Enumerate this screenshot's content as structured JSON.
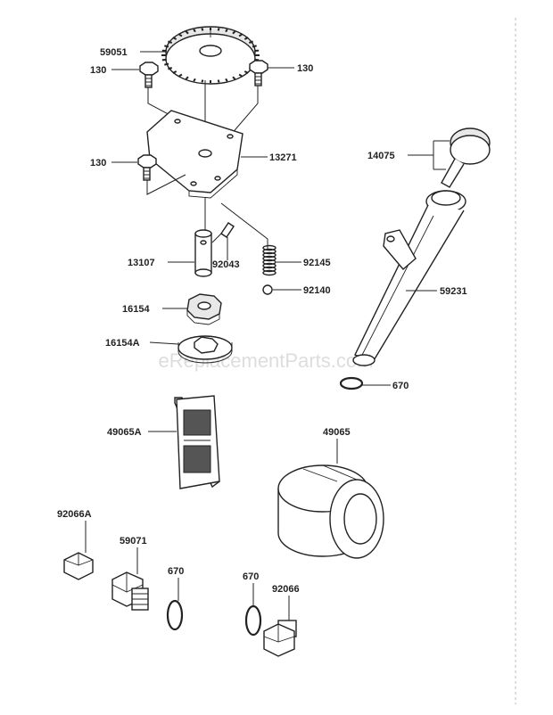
{
  "watermark": "eReplacementParts.com",
  "labels": {
    "p59051": "59051",
    "p130_a": "130",
    "p130_b": "130",
    "p130_c": "130",
    "p13271": "13271",
    "p14075": "14075",
    "p13107": "13107",
    "p92043": "92043",
    "p92145": "92145",
    "p92140": "92140",
    "p16154": "16154",
    "p16154A": "16154A",
    "p59231": "59231",
    "p670_a": "670",
    "p49065A": "49065A",
    "p49065": "49065",
    "p92066A": "92066A",
    "p59071": "59071",
    "p670_b": "670",
    "p670_c": "670",
    "p92066": "92066"
  }
}
